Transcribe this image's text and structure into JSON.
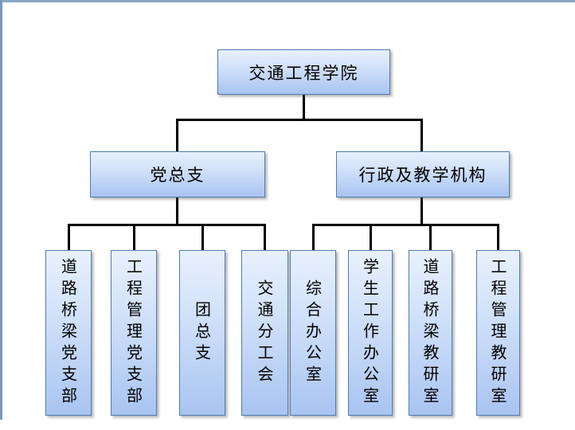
{
  "page": {
    "background_color": "#ffffff",
    "top_edge_color": "#8ba6c9",
    "left_edge_color": "#7a96c3"
  },
  "chart": {
    "type": "org-chart",
    "root": {
      "label": "交通工程学院"
    },
    "branches": [
      {
        "label": "党总支",
        "children": [
          "道路桥梁党支部",
          "工程管理党支部",
          "团总支",
          "交通分工会"
        ]
      },
      {
        "label": "行政及教学机构",
        "children": [
          "综合办公室",
          "学生工作办公室",
          "道路桥梁教研室",
          "工程管理教研室"
        ]
      }
    ],
    "colors": {
      "box_fill_top": "#e8f1fd",
      "box_fill_bottom": "#a9c4f1",
      "box_border": "#4f7cb1",
      "connector": "#000000",
      "text": "#000000"
    }
  }
}
